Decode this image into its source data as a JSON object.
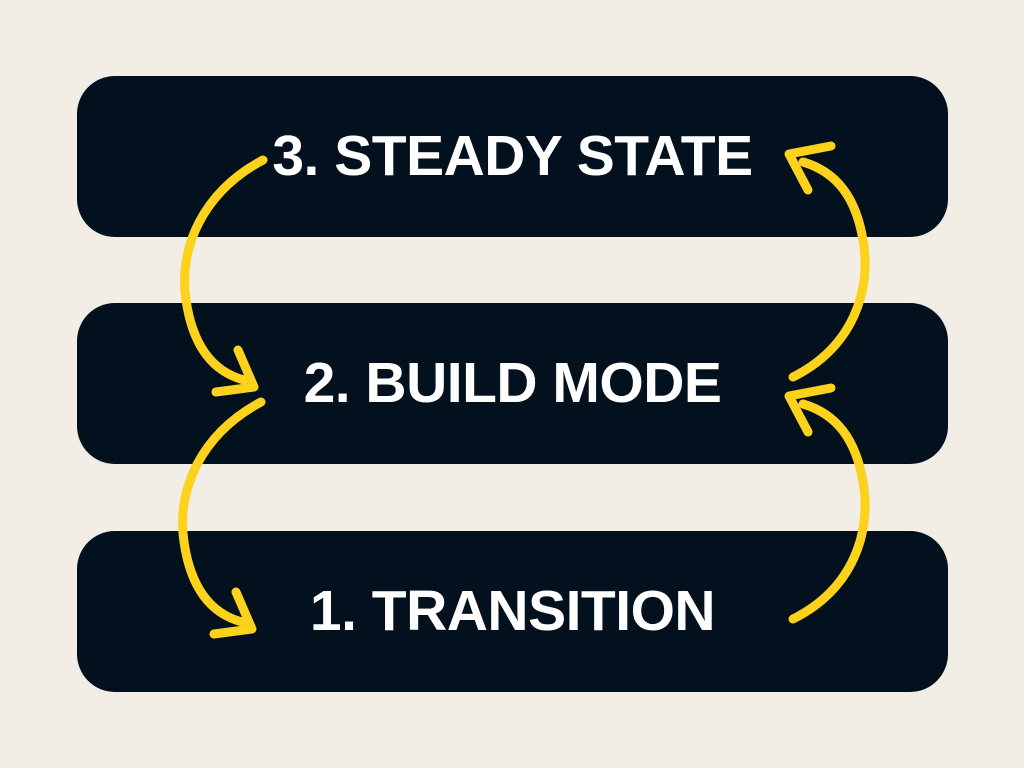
{
  "diagram": {
    "colors": {
      "background": "#F2EEE6",
      "box": "#03101E",
      "label_text": "#FFFFFF",
      "arrow": "#FCD21C"
    },
    "boxes": [
      {
        "id": "steady-state",
        "label": "3. STEADY STATE"
      },
      {
        "id": "build-mode",
        "label": "2. BUILD MODE"
      },
      {
        "id": "transition",
        "label": "1. TRANSITION"
      }
    ],
    "arrows": [
      {
        "id": "steady-to-build",
        "side": "left",
        "direction": "down",
        "from": "3. STEADY STATE",
        "to": "2. BUILD MODE"
      },
      {
        "id": "build-to-transition",
        "side": "left",
        "direction": "down",
        "from": "2. BUILD MODE",
        "to": "1. TRANSITION"
      },
      {
        "id": "transition-to-build",
        "side": "right",
        "direction": "up",
        "from": "1. TRANSITION",
        "to": "2. BUILD MODE"
      },
      {
        "id": "build-to-steady",
        "side": "right",
        "direction": "up",
        "from": "2. BUILD MODE",
        "to": "3. STEADY STATE"
      }
    ]
  }
}
